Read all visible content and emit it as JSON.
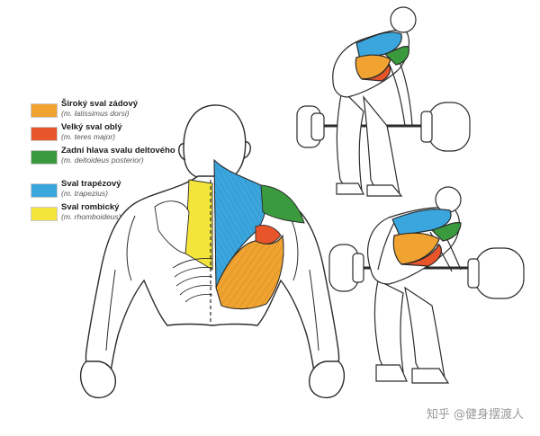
{
  "legend": [
    {
      "name": "Široký sval zádový",
      "latin": "(m. latissimus dorsi)",
      "color": "#f0a330"
    },
    {
      "name": "Velký sval oblý",
      "latin": "(m. teres major)",
      "color": "#e8552a"
    },
    {
      "name": "Zadní hlava svalu deltového",
      "latin": "(m. deltoideus posterior)",
      "color": "#3a9a3d"
    },
    {
      "name": "Sval trapézový",
      "latin": "(m. trapezius)",
      "color": "#3aa6dd"
    },
    {
      "name": "Sval rombický",
      "latin": "(m. rhomboideus)",
      "color": "#f4e53c"
    }
  ],
  "watermark": "知乎 @健身摆渡人",
  "colors": {
    "outline": "#2b2b2b",
    "skin": "#ffffff",
    "muscle_fiber": "#8a5a12"
  }
}
